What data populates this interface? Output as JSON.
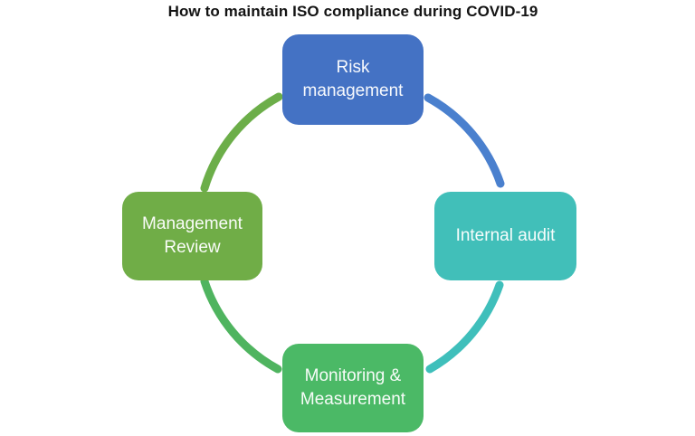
{
  "title": "How to maintain ISO compliance during COVID-19",
  "colors": {
    "background": "#FFFFFF",
    "title_text": "#131313",
    "node_text": "#F5F5F5"
  },
  "cycle": {
    "nodes": [
      {
        "id": "risk-management",
        "label": "Risk\nmanagement",
        "color": "#4472C4",
        "position": "top"
      },
      {
        "id": "internal-audit",
        "label": "Internal audit",
        "color": "#41BFB9",
        "position": "right"
      },
      {
        "id": "monitoring-measurement",
        "label": "Monitoring &\nMeasurement",
        "color": "#4BB966",
        "position": "bottom"
      },
      {
        "id": "management-review",
        "label": "Management\nReview",
        "color": "#70AD47",
        "position": "left"
      }
    ],
    "arcs": [
      {
        "id": "arc-top-right",
        "color": "#4A80CE",
        "position": "between top and right nodes"
      },
      {
        "id": "arc-bottom-right",
        "color": "#3FBFBB",
        "position": "between right and bottom nodes"
      },
      {
        "id": "arc-bottom-left",
        "color": "#4FB45F",
        "position": "between bottom and left nodes"
      },
      {
        "id": "arc-top-left",
        "color": "#6CAE49",
        "position": "between left and top nodes"
      }
    ]
  }
}
